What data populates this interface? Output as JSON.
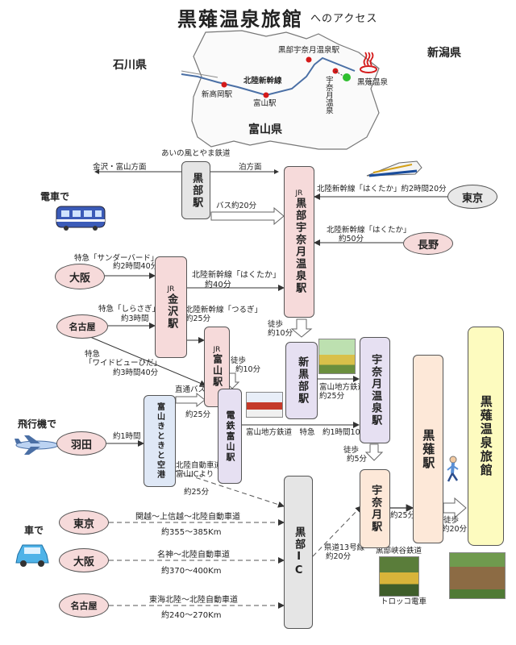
{
  "title": "黒薙温泉旅館",
  "subtitle": "へのアクセス",
  "map": {
    "prefs": {
      "ishikawa": "石川県",
      "niigata": "新潟県",
      "toyama": "富山県"
    },
    "hokuriku_label": "北陸新幹線",
    "stations": {
      "shintakaoka": "新高岡駅",
      "toyama": "富山駅",
      "unazuki_onsen": "黒部宇奈月温泉駅",
      "unazuki": "宇奈月温泉",
      "kuronagi": "黒薙温泉"
    },
    "colors": {
      "outline": "#777777",
      "line": "#4a6fa5",
      "station": "#d41a1a",
      "onsen": "#2fbf2f"
    }
  },
  "modes": {
    "train": "電車で",
    "plane": "飛行機で",
    "car": "車で"
  },
  "nodes": {
    "kurobe_st": "黒部駅",
    "kurobe_unazuki": "黒部宇奈月温泉駅",
    "kurobe_unazuki_jr": "JR",
    "kanazawa": "金沢駅",
    "kanazawa_jr": "JR",
    "toyama": "富山駅",
    "toyama_jr": "JR",
    "shinkurobe": "新黒部駅",
    "dentetsu_toyama": "電鉄富山駅",
    "toyama_airport": "富山きときと空港",
    "unazuki_onsen": "宇奈月温泉駅",
    "unazuki": "宇奈月駅",
    "kuronagi_st": "黒薙駅",
    "ryokan": "黒薙温泉旅館",
    "kurobe_ic": "黒部IC",
    "origins": {
      "tokyo": "東京",
      "nagano": "長野",
      "osaka": "大阪",
      "nagoya": "名古屋",
      "haneda": "羽田",
      "tokyo_car": "東京",
      "osaka_car": "大阪",
      "nagoya_car": "名古屋"
    }
  },
  "routes": {
    "ainokaze": "あいの風とやま鉄道",
    "kanazawa_dir": "金沢・富山方面",
    "tomari_dir": "泊方面",
    "bus": "バス約20分",
    "tokyo_line": "北陸新幹線「はくたか」約2時間20分",
    "nagano_line1": "北陸新幹線「はくたか」",
    "nagano_line2": "約50分",
    "osaka_l1": "特急「サンダーバード」",
    "osaka_l2": "約2時間40分",
    "kanazawa_hakutaka": "北陸新幹線「はくたか」",
    "kanazawa_hakutaka2": "約40分",
    "nagoya_l1": "特急「しらさぎ」",
    "nagoya_l2": "約3時間",
    "tsurugi_l1": "北陸新幹線「つるぎ」",
    "tsurugi_l2": "約25分",
    "widev_l1": "特急",
    "widev_l2": "「ワイドビューひだ」",
    "widev_l3": "約3時間40分",
    "walk10a_l1": "徒歩",
    "walk10a_l2": "約10分",
    "walk10b_l1": "徒歩",
    "walk10b_l2": "約10分",
    "toyama_chiho_l1": "富山地方鉄道",
    "toyama_chiho_l2": "約25分",
    "haneda_l": "約1時間",
    "direct_bus": "直通バス",
    "direct_bus_t": "約25分",
    "limited": "富山地方鉄道　特急　約1時間10分",
    "walk5_l1": "徒歩",
    "walk5_l2": "約5分",
    "expressway_l1": "北陸自動車道",
    "expressway_l2": "富山ICより",
    "expressway_l3": "約25分",
    "kenkou13_l1": "県道13号線",
    "kenkou13_l2": "約20分",
    "gorge_25": "約25分",
    "gorge_name": "黒部峡谷鉄道",
    "walk20_l1": "徒歩",
    "walk20_l2": "約20分",
    "trolley": "トロッコ電車",
    "car_tokyo_l1": "関越〜上信越〜北陸自動車道",
    "car_tokyo_l2": "約355〜385Km",
    "car_osaka_l1": "名神〜北陸自動車道",
    "car_osaka_l2": "約370〜400Km",
    "car_nagoya_l1": "東海北陸〜北陸自動車道",
    "car_nagoya_l2": "約240〜270Km"
  },
  "colors": {
    "pink": "#f6dada",
    "lavender": "#e6e0f2",
    "blue": "#dfe8f6",
    "peach": "#fde8d8",
    "yellow": "#fdfbbf"
  }
}
